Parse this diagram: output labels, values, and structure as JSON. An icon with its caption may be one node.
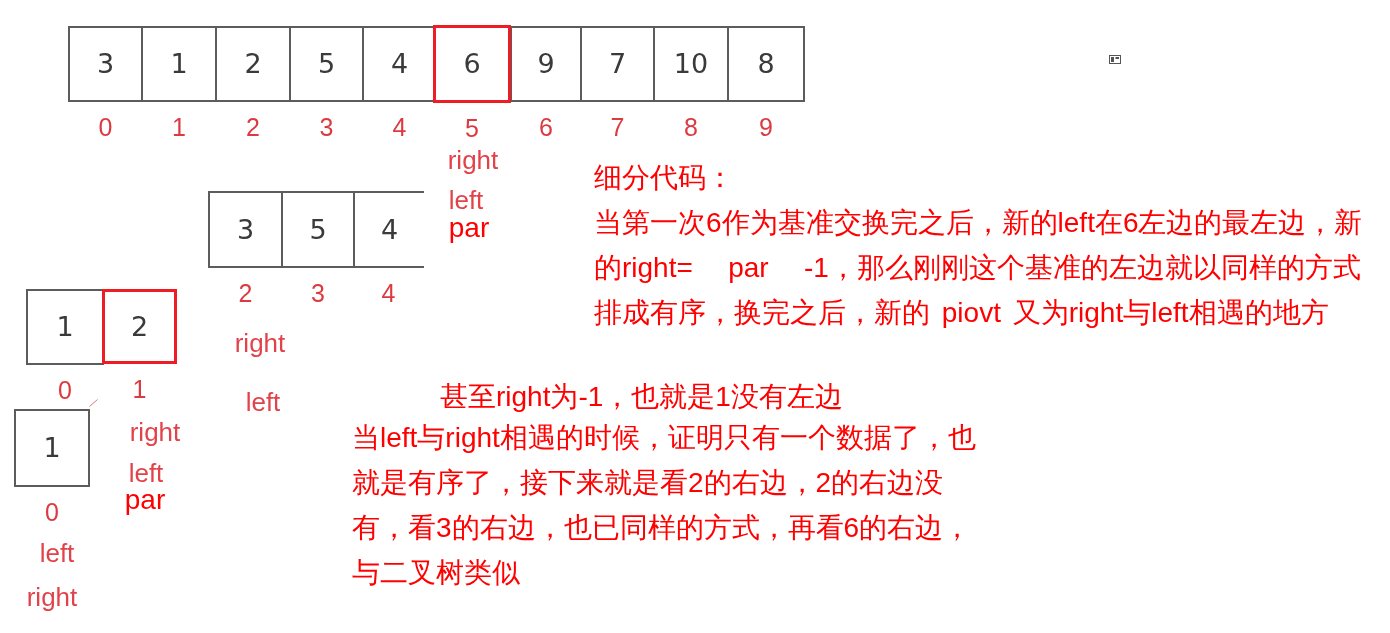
{
  "diagram": {
    "nodes": [
      {
        "text": [
          "3"
        ],
        "beside": [
          "0"
        ]
      },
      {
        "text": [
          "1"
        ],
        "beside": [
          "1"
        ]
      },
      {
        "text": [
          "2"
        ],
        "beside": [
          "2"
        ]
      },
      {
        "text": [
          "5"
        ],
        "beside": [
          "3"
        ]
      },
      {
        "text": [
          "4"
        ],
        "beside": [
          "4"
        ]
      },
      {
        "text": [
          "6"
        ],
        "beside": [
          "5"
        ]
      },
      {
        "text": [
          "9"
        ],
        "beside": [
          "6"
        ]
      },
      {
        "text": [
          "7"
        ],
        "beside": [
          "7"
        ]
      },
      {
        "text": [
          "10"
        ],
        "beside": [
          "8"
        ]
      },
      {
        "text": [
          "8"
        ],
        "beside": [
          "9"
        ]
      },
      {
        "text": [
          "3"
        ],
        "beside": [
          "2"
        ]
      },
      {
        "text": [
          "5"
        ],
        "beside": [
          "3"
        ]
      },
      {
        "text": [
          "4"
        ],
        "beside": [
          "4"
        ]
      },
      {
        "text": [
          "1"
        ],
        "beside": [
          "0"
        ]
      },
      {
        "text": [
          "2"
        ],
        "beside": [
          "1"
        ]
      },
      {
        "text": [
          "1"
        ],
        "beside": [
          "0"
        ]
      }
    ],
    "labels": [
      "right",
      "细分代码：",
      "left",
      "par",
      "当第一次6作为基准交换完之后，新的left在6左边的最左边，新的right=   par   -1，那么刚刚这个基准的左边就以同样的方式排成有序，换完之后，新的 piovt 又为right与left相遇的地方",
      "right",
      "left",
      "甚至right为-1，也就是1没有左边",
      "right",
      "当left与right相遇的时候，证明只有一个数据了，也就是有序了，接下来就是看2的右边，2的右边没有，看3的右边，也已同样的方式，再看6的右边，与二叉树类似",
      "left",
      "par",
      "left",
      "right"
    ]
  }
}
